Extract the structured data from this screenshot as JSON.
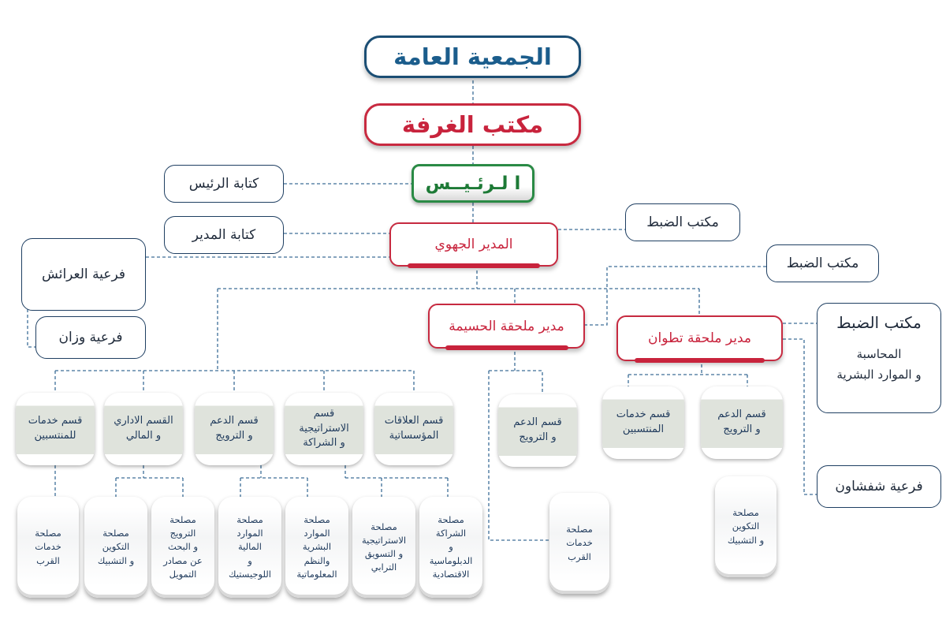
{
  "general_assembly": "الجمعية العامة",
  "chamber_office": "مكتب الغرفة",
  "president": "ا لـرئـيــس",
  "president_secretariat": "كتابة الرئيس",
  "director_secretariat": "كتابة المدير",
  "regional_director": "المدير الجهوي",
  "control_office_1": "مكتب الضبط",
  "control_office_2": "مكتب الضبط",
  "larache_branch": "فرعية العرائش",
  "ouezzane_branch": "فرعية وزان",
  "hoceima_annex_director": "مدير ملحقة الحسيمة",
  "tetouan_annex_director": "مدير ملحقة تطوان",
  "tetouan_control": {
    "title": "مكتب الضبط",
    "line1": "المحاسبة",
    "line2": "و الموارد البشرية"
  },
  "chefchaouen_branch": "فرعية شفشاون",
  "hq_departments": [
    {
      "l1": "قسم خدمات",
      "l2": "للمنتسبين"
    },
    {
      "l1": "القسم الاداري",
      "l2": "و المالي"
    },
    {
      "l1": "قسم الدعم",
      "l2": "و الترويج"
    },
    {
      "l1": "قسم",
      "l2": "الاستراتيجية",
      "l3": "و الشراكة"
    },
    {
      "l1": "قسم العلاقات",
      "l2": "المؤسساتية"
    }
  ],
  "hoceima_dept": {
    "l1": "قسم الدعم",
    "l2": "و الترويج"
  },
  "tetouan_depts": [
    {
      "l1": "قسم خدمات",
      "l2": "المنتسبين"
    },
    {
      "l1": "قسم الدعم",
      "l2": "و الترويج"
    }
  ],
  "hq_services": [
    {
      "l1": "مصلحة",
      "l2": "خدمات",
      "l3": "القرب"
    },
    {
      "l1": "مصلحة",
      "l2": "التكوين",
      "l3": "و التشبيك"
    },
    {
      "l1": "مصلحة",
      "l2": "الترويج",
      "l3": "و البحث",
      "l4": "عن مصادر",
      "l5": "التمويل"
    },
    {
      "l1": "مصلحة",
      "l2": "الموارد",
      "l3": "المالية",
      "l4": "و",
      "l5": "اللوجيستيك"
    },
    {
      "l1": "مصلحة",
      "l2": "الموارد",
      "l3": "البشرية",
      "l4": "والنظم",
      "l5": "المعلوماتية"
    },
    {
      "l1": "مصلحة",
      "l2": "الاستراتيجية",
      "l3": "و التسويق",
      "l4": "الترابي"
    },
    {
      "l1": "مصلحة",
      "l2": "الشراكة",
      "l3": "و",
      "l4": "الدبلوماسية",
      "l5": "الاقتصادية"
    }
  ],
  "hoceima_service": {
    "l1": "مصلحة",
    "l2": "خدمات",
    "l3": "القرب"
  },
  "tetouan_service": {
    "l1": "مصلحة",
    "l2": "التكوين",
    "l3": "و التشبيك"
  }
}
